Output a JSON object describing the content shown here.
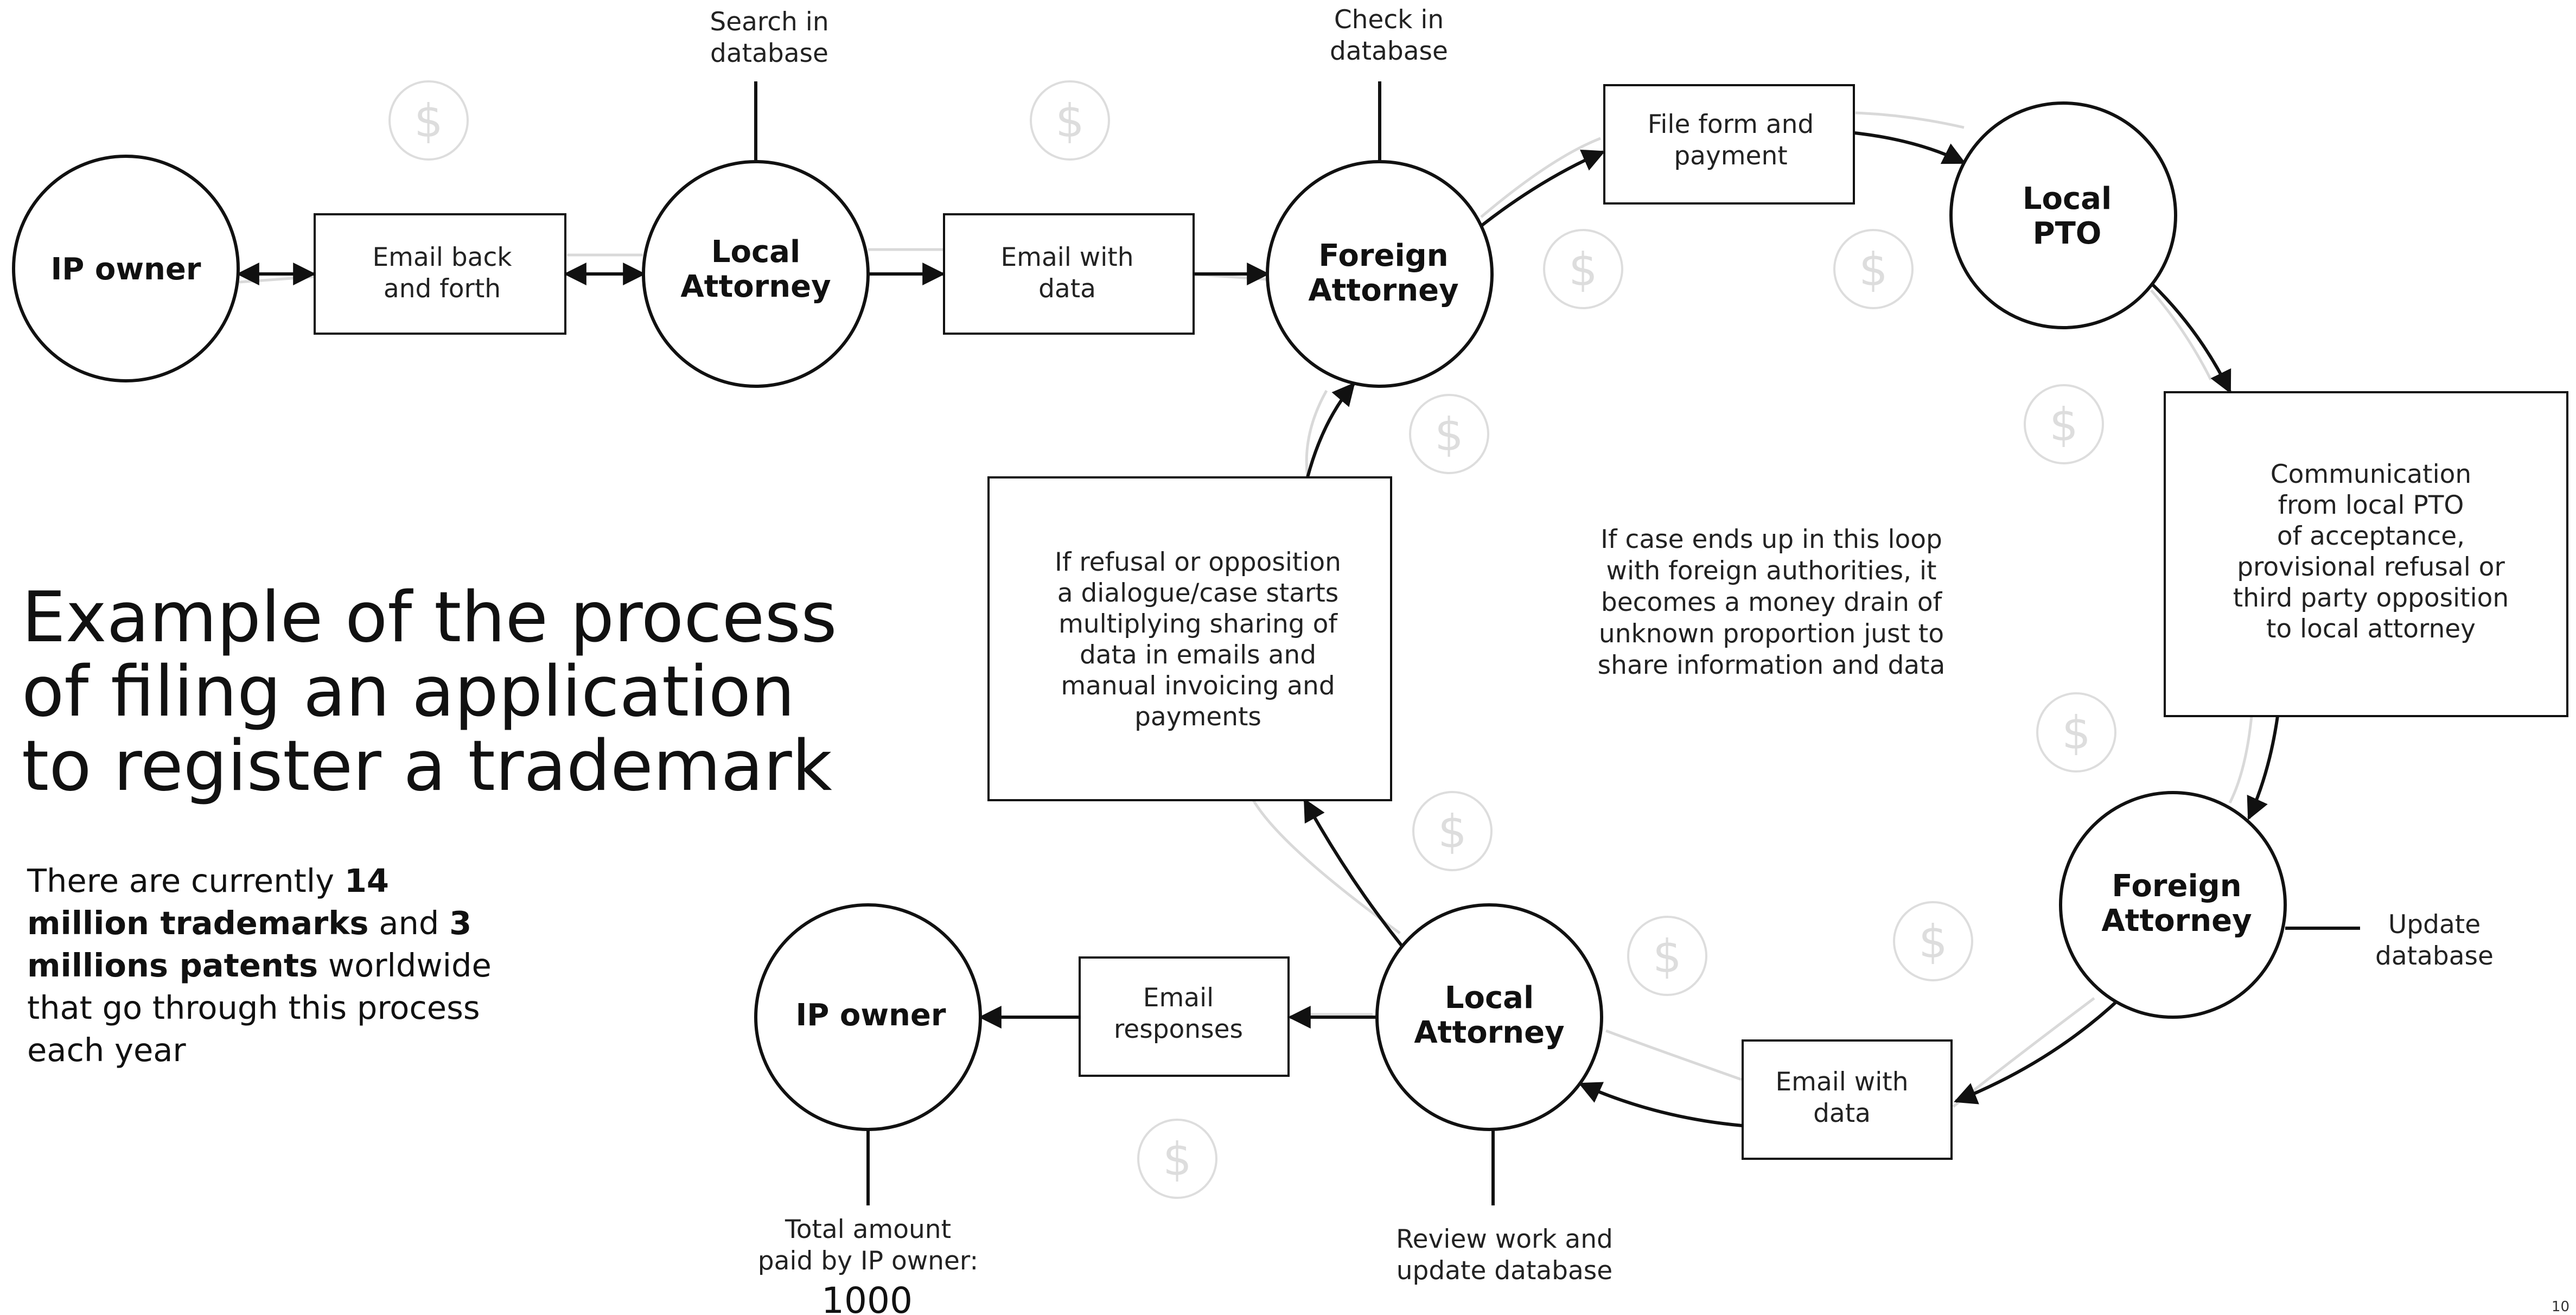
{
  "nodes": [
    {
      "id": "ip-owner-top",
      "lines": [
        "IP owner"
      ]
    },
    {
      "id": "local-attorney-top",
      "lines": [
        "Local",
        "Attorney"
      ]
    },
    {
      "id": "foreign-attorney-top",
      "lines": [
        "Foreign",
        "Attorney"
      ]
    },
    {
      "id": "local-pto",
      "lines": [
        "Local",
        "PTO"
      ]
    },
    {
      "id": "foreign-attorney-right",
      "lines": [
        "Foreign",
        "Attorney"
      ]
    },
    {
      "id": "local-attorney-bottom",
      "lines": [
        "Local",
        "Attorney"
      ]
    },
    {
      "id": "ip-owner-bottom",
      "lines": [
        "IP owner"
      ]
    }
  ],
  "boxes": [
    {
      "id": "email-back-forth",
      "lines": [
        "Email back",
        "and forth"
      ]
    },
    {
      "id": "email-with-data-top",
      "lines": [
        "Email with",
        "data"
      ]
    },
    {
      "id": "file-form-payment",
      "lines": [
        "File form and",
        "payment"
      ]
    },
    {
      "id": "communication-pto",
      "lines": [
        "Communication",
        "from local PTO",
        "of acceptance,",
        "provisional refusal or",
        "third party opposition",
        "to local attorney"
      ]
    },
    {
      "id": "email-with-data-bottom",
      "lines": [
        "Email with",
        "data"
      ]
    },
    {
      "id": "email-responses",
      "lines": [
        "Email",
        "responses"
      ]
    },
    {
      "id": "refusal-dialogue",
      "lines": [
        "If refusal or opposition",
        "a dialogue/case starts",
        "multiplying sharing of",
        "data in emails and",
        "manual invoicing and",
        "payments"
      ]
    }
  ],
  "annotations": [
    {
      "id": "search-db",
      "lines": [
        "Search in",
        "database"
      ]
    },
    {
      "id": "check-db",
      "lines": [
        "Check in",
        "database"
      ]
    },
    {
      "id": "update-db",
      "lines": [
        "Update",
        "database"
      ]
    },
    {
      "id": "review-work",
      "lines": [
        "Review work and",
        "update database"
      ]
    },
    {
      "id": "total-amount",
      "lines": [
        "Total amount",
        "paid by IP owner:"
      ]
    }
  ],
  "loop_note": [
    "If case ends up in this loop",
    "with foreign authorities, it",
    "becomes a money drain of",
    "unknown proportion just to",
    "share information and data"
  ],
  "total_amount_value": "1000",
  "coin_symbol": "$",
  "title_lines": [
    "Example of the process",
    "of filing an application",
    "to register a trademark"
  ],
  "subtitle": {
    "t1": "There are currently ",
    "b1": "14 million trademarks",
    "t2": " and ",
    "b2": "3 millions patents",
    "t3": " worldwide that go through this process each year"
  },
  "page_number": "10",
  "colors": {
    "line": "#111111",
    "ghost": "#d9d9d9",
    "background": "#ffffff"
  }
}
